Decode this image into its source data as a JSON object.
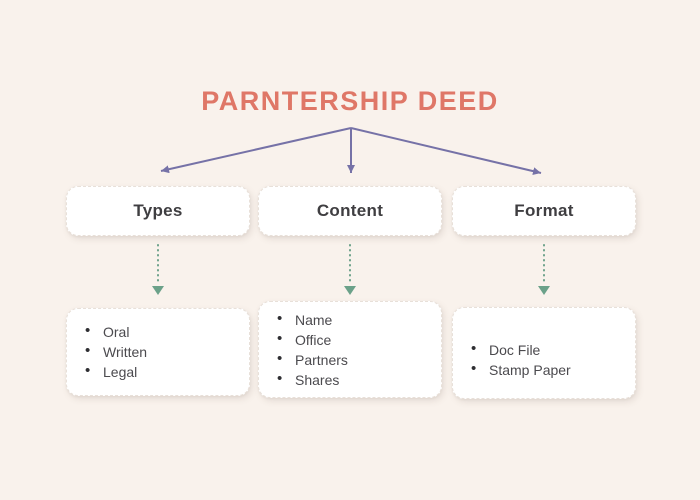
{
  "title": "PARNTERSHIP DEED",
  "colors": {
    "background": "#f9f2ec",
    "title_text": "#df7767",
    "connector_purple": "#7672a7",
    "connector_green": "#6ba189",
    "card_background": "#ffffff",
    "node_label_text": "#3f3e41",
    "list_item_text": "#4b4a4e"
  },
  "branches": [
    {
      "label": "Types",
      "items": [
        "Oral",
        "Written",
        "Legal"
      ]
    },
    {
      "label": "Content",
      "items": [
        "Name",
        "Office",
        "Partners",
        "Shares"
      ]
    },
    {
      "label": "Format",
      "items": [
        "Doc File",
        "Stamp Paper"
      ]
    }
  ]
}
